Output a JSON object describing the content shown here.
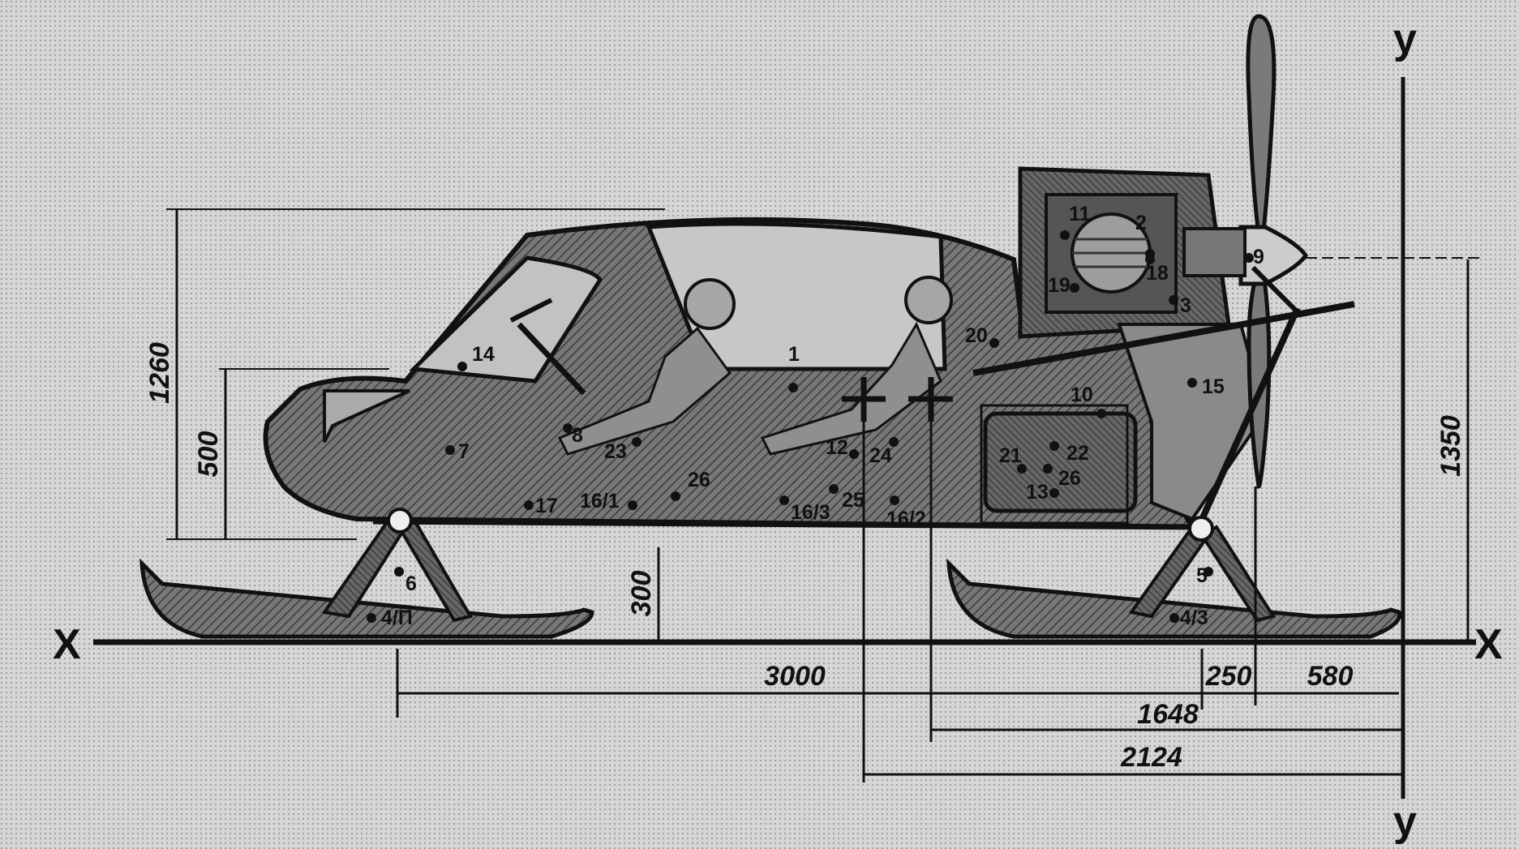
{
  "axes": {
    "x_left": "X",
    "x_right": "X",
    "y_top": "y",
    "y_bottom": "y"
  },
  "dimensions": {
    "overall_height": "1260",
    "nose_height": "500",
    "ground_clearance": "300",
    "propeller_axis_height": "1350",
    "wheelbase": "3000",
    "prop_to_strut": "250",
    "prop_to_tail": "580",
    "cg_rear": "1648",
    "cg_front": "2124"
  },
  "callouts": [
    {
      "id": "c1",
      "text": "1"
    },
    {
      "id": "c2",
      "text": "2"
    },
    {
      "id": "c3",
      "text": "3"
    },
    {
      "id": "c4p",
      "text": "4/П"
    },
    {
      "id": "c43",
      "text": "4/3"
    },
    {
      "id": "c5",
      "text": "5"
    },
    {
      "id": "c6",
      "text": "6"
    },
    {
      "id": "c7",
      "text": "7"
    },
    {
      "id": "c8",
      "text": "8"
    },
    {
      "id": "c9",
      "text": "9"
    },
    {
      "id": "c10",
      "text": "10"
    },
    {
      "id": "c11",
      "text": "11"
    },
    {
      "id": "c12",
      "text": "12"
    },
    {
      "id": "c13",
      "text": "13"
    },
    {
      "id": "c14",
      "text": "14"
    },
    {
      "id": "c15",
      "text": "15"
    },
    {
      "id": "c161",
      "text": "16/1"
    },
    {
      "id": "c162",
      "text": "16/2"
    },
    {
      "id": "c163",
      "text": "16/3"
    },
    {
      "id": "c17",
      "text": "17"
    },
    {
      "id": "c18",
      "text": "18"
    },
    {
      "id": "c19",
      "text": "19"
    },
    {
      "id": "c20",
      "text": "20"
    },
    {
      "id": "c21",
      "text": "21"
    },
    {
      "id": "c22",
      "text": "22"
    },
    {
      "id": "c23",
      "text": "23"
    },
    {
      "id": "c24",
      "text": "24"
    },
    {
      "id": "c25",
      "text": "25"
    },
    {
      "id": "c26a",
      "text": "26"
    },
    {
      "id": "c26b",
      "text": "26"
    }
  ],
  "colors": {
    "background": "#d6d6d6",
    "body": "#6e6e6e",
    "window": "#bdbdbd",
    "ink": "#111111"
  }
}
